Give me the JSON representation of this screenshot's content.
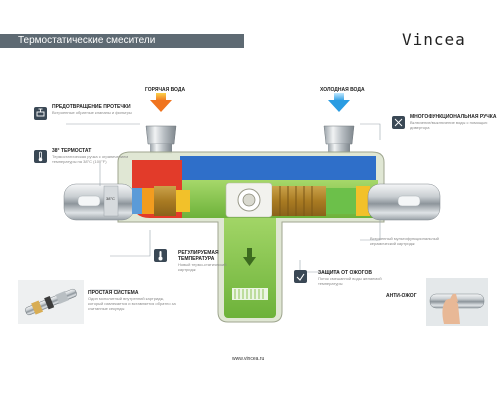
{
  "header": {
    "title": "Термостатические смесители",
    "brand": "Vincea"
  },
  "inlets": {
    "hot": "ГОРЯЧАЯ ВОДА",
    "cold": "ХОЛОДНАЯ ВОДА"
  },
  "left_features": [
    {
      "icon": "valve-icon",
      "title": "ПРЕДОТВРАЩЕНИЕ ПРОТЕЧКИ",
      "desc": "Встроенные обратные клапаны и фильтры"
    },
    {
      "icon": "thermometer-icon",
      "title": "38° ТЕРМОСТАТ",
      "desc": "Термостатическая ручка с ограничением температуры на 38°C (100°F)"
    },
    {
      "icon": "tools-icon",
      "title": "ПРОСТАЯ СИСТЕМА",
      "desc": "Один монолитный внутренний картридж, который извлекается и вставляется обратно за считанные секунды"
    }
  ],
  "center_features": [
    {
      "icon": "temperature-icon",
      "title": "РЕГУЛИРУЕМАЯ ТЕМПЕРАТУРА",
      "desc": "Новый термо-статический картридж"
    },
    {
      "icon": "hand-shield-icon",
      "title": "ЗАЩИТА ОТ ОЖОГОВ",
      "desc": "Поток смешанной воды желаемой температуры"
    }
  ],
  "right_features": [
    {
      "icon": "multi-handle-icon",
      "title": "МНОГОФУНКЦИОНАЛЬНАЯ РУЧКА",
      "desc": "Включение/выключение воды с помощью дивертора"
    },
    {
      "title": "",
      "desc": "Встроенный мультифункциональный керамический картридж"
    },
    {
      "title": "АНТИ-ОЖОГ",
      "desc": ""
    }
  ],
  "dial_label": "38°C",
  "website": "www.vincea.ru",
  "colors": {
    "hot": "#e23b2a",
    "cold": "#2a7fe2",
    "mixed": "#7cc242",
    "accent": "#f29c1f"
  }
}
